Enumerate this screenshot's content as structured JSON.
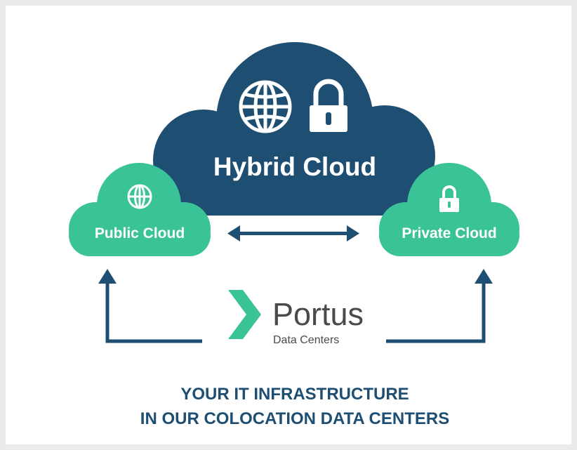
{
  "colors": {
    "navy": "#1e4e72",
    "green": "#39c397",
    "white": "#ffffff",
    "text_dark": "#1e4e72",
    "logo_text": "#4a4a4a"
  },
  "hybrid_cloud": {
    "label": "Hybrid Cloud",
    "icons": [
      "globe-icon",
      "padlock-icon"
    ]
  },
  "public_cloud": {
    "label": "Public Cloud",
    "icon": "globe-icon"
  },
  "private_cloud": {
    "label": "Private Cloud",
    "icon": "padlock-icon"
  },
  "logo": {
    "name": "Portus",
    "subtitle": "Data Centers"
  },
  "tagline": {
    "line1": "YOUR IT INFRASTRUCTURE",
    "line2": "IN OUR COLOCATION DATA CENTERS"
  }
}
